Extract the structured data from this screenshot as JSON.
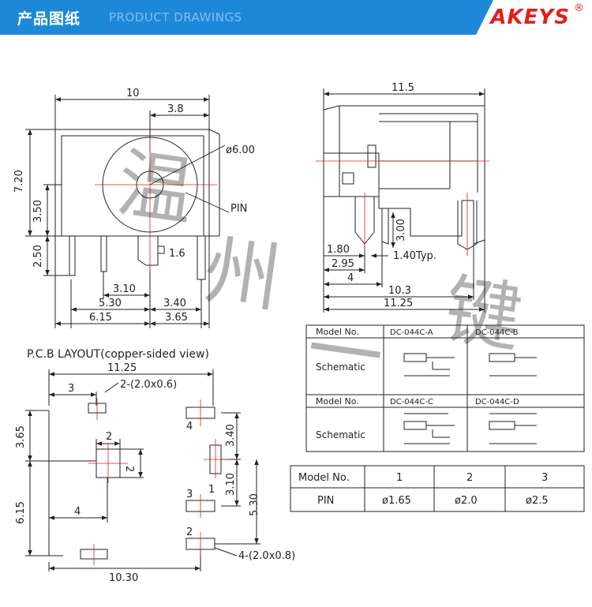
{
  "header": {
    "title_cn": "产品图纸",
    "title_en": "PRODUCT DRAWINGS",
    "brand": "AKEYS",
    "brand_mark": "®",
    "colors": {
      "band": "#1e88d8",
      "brand": "#e0201c",
      "center_line": "#e0201c"
    }
  },
  "front_view": {
    "dim_width": "10",
    "dim_offset": "3.8",
    "dim_height": "7.20",
    "dim_center": "3.50",
    "dim_pin_len": "2.50",
    "dim_diameter": "ø6.00",
    "pin_label": "PIN",
    "dim_pin1": "1.6",
    "dim_a": "3.10",
    "dim_b": "5.30",
    "dim_c": "3.40",
    "dim_d": "6.15",
    "dim_e": "3.65"
  },
  "side_view": {
    "dim_top": "11.5",
    "dim_pin_h": "3.00",
    "dim_180": "1.80",
    "dim_140": "1.40Typ.",
    "dim_295": "2.95",
    "dim_4": "4",
    "dim_103": "10.3",
    "dim_1125": "11.25"
  },
  "pcb_layout": {
    "title": "P.C.B LAYOUT(copper-sided view)",
    "dim_width": "11.25",
    "dim_3": "3",
    "pad_label_a": "2-(2.0x0.6)",
    "dim_365": "3.65",
    "dim_2": "2",
    "dim_2b": "2",
    "dim_340": "3.40",
    "dim_310": "3.10",
    "dim_530": "5.30",
    "dim_615": "6.15",
    "dim_4": "4",
    "pin_4": "4",
    "pin_3": "3",
    "pin_1": "1",
    "pin_2": "2",
    "pad_label_b": "4-(2.0x0.8)",
    "dim_1030": "10.30"
  },
  "schematic_table": {
    "header_left": "Model No.",
    "row_label": "Schematic",
    "models": [
      "DC-044C-A",
      "DC-044C-B",
      "DC-044C-C",
      "DC-044C-D"
    ]
  },
  "pin_table": {
    "header": [
      "Model No.",
      "1",
      "2",
      "3"
    ],
    "row": [
      "PIN",
      "ø1.65",
      "ø2.0",
      "ø2.5"
    ]
  },
  "watermark": [
    "温",
    "州",
    "一",
    "键"
  ]
}
